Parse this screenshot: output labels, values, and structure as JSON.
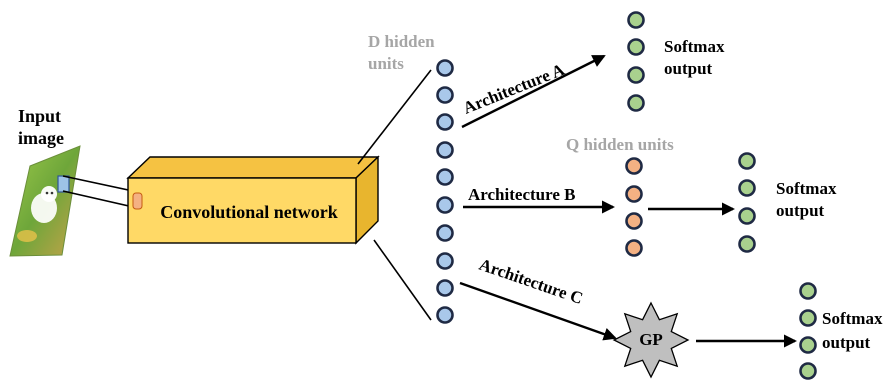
{
  "input": {
    "label_line1": "Input",
    "label_line2": "image"
  },
  "convnet": {
    "label": "Convolutional network"
  },
  "hidden_d": {
    "label_line1": "D hidden",
    "label_line2": "units"
  },
  "hidden_q": {
    "label": "Q hidden units"
  },
  "arch_a": {
    "label": "Architecture A",
    "output_line1": "Softmax",
    "output_line2": "output"
  },
  "arch_b": {
    "label": "Architecture B",
    "output_line1": "Softmax",
    "output_line2": "output"
  },
  "arch_c": {
    "label": "Architecture C",
    "gp_label": "GP",
    "output_line1": "Softmax",
    "output_line2": "output"
  },
  "colors": {
    "hidden_d_node": "#a9c8ea",
    "hidden_q_node": "#f4b183",
    "softmax_node": "#a9d18e",
    "convnet_fill": "#ffd966",
    "convnet_top": "#f5c242",
    "convnet_side": "#e8b52e",
    "gp_fill": "#bfbfbf",
    "gray_label": "#a6a6a6"
  }
}
